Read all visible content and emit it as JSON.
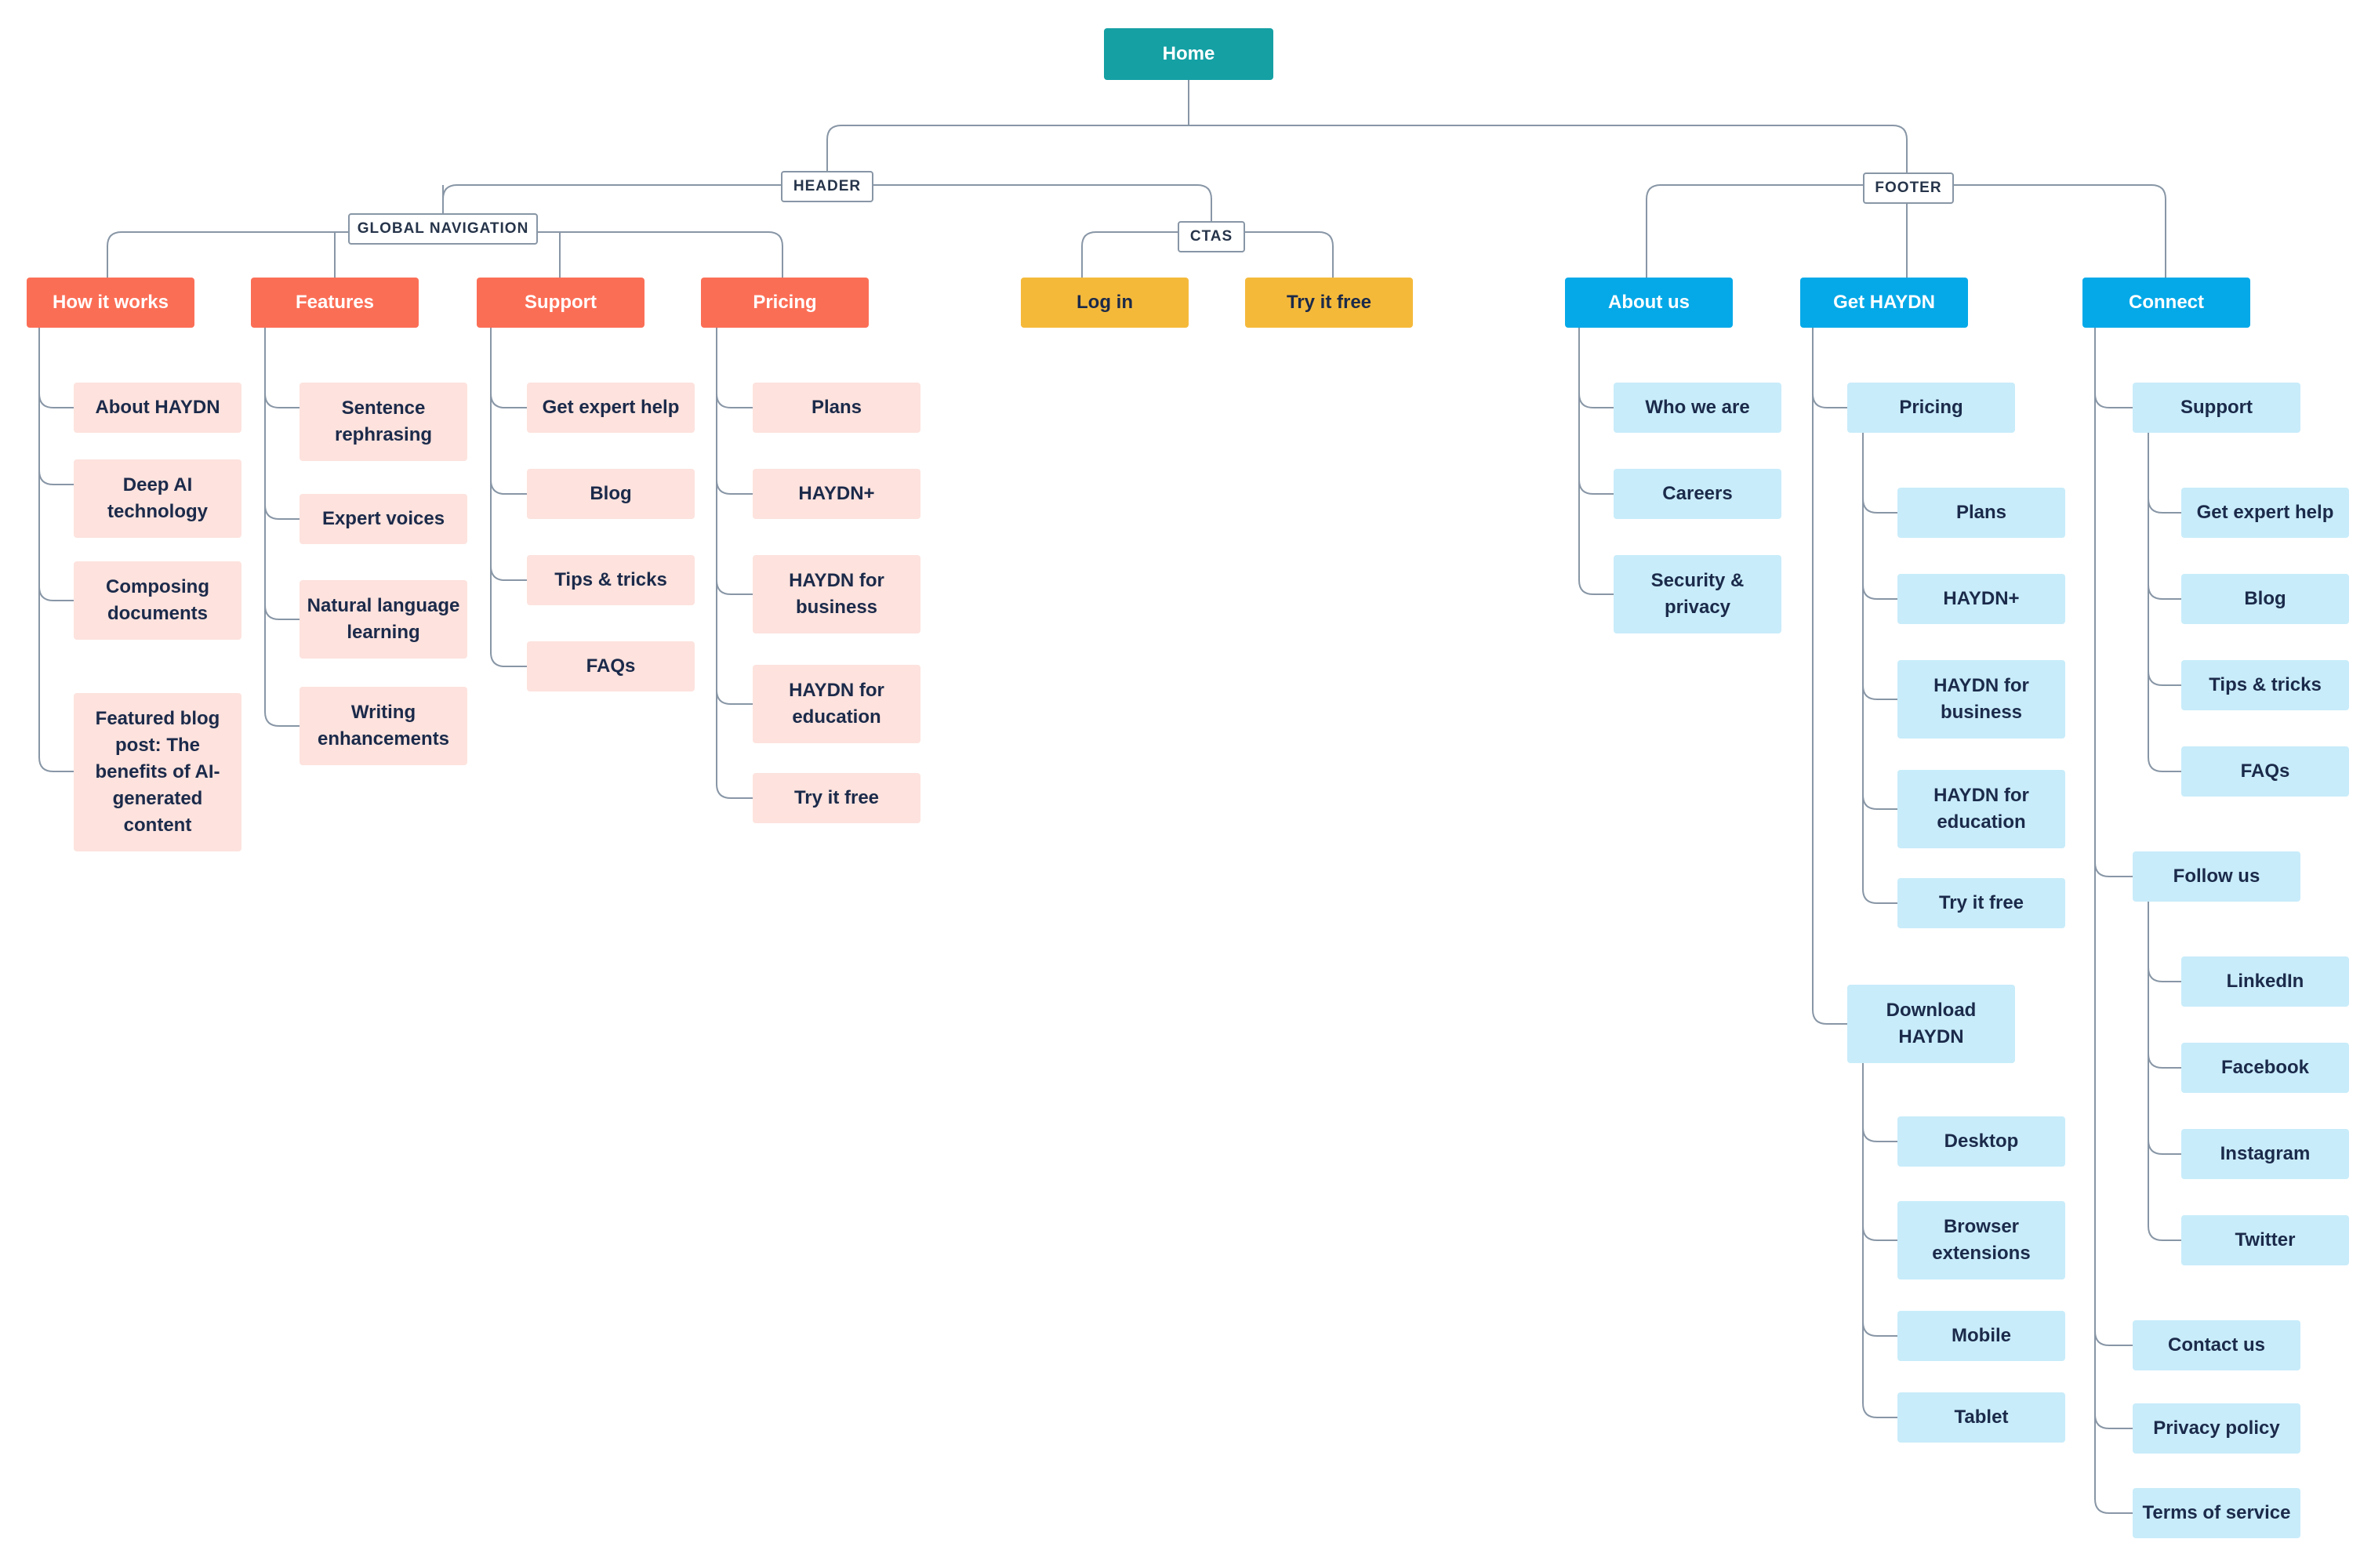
{
  "home": {
    "label": "Home"
  },
  "tags": {
    "header": "HEADER",
    "footer": "FOOTER",
    "global_nav": "GLOBAL NAVIGATION",
    "ctas": "CTAS"
  },
  "header": {
    "how_it_works": {
      "label": "How it works",
      "items": [
        "About HAYDN",
        "Deep AI technology",
        "Composing documents",
        "Featured blog post: The benefits of AI-generated content"
      ]
    },
    "features": {
      "label": "Features",
      "items": [
        "Sentence rephrasing",
        "Expert voices",
        "Natural language learning",
        "Writing enhancements"
      ]
    },
    "support": {
      "label": "Support",
      "items": [
        "Get expert help",
        "Blog",
        "Tips & tricks",
        "FAQs"
      ]
    },
    "pricing": {
      "label": "Pricing",
      "items": [
        "Plans",
        "HAYDN+",
        "HAYDN for business",
        "HAYDN for education",
        "Try it free"
      ]
    },
    "ctas": {
      "login": "Log in",
      "try_free": "Try it free"
    }
  },
  "footer": {
    "about": {
      "label": "About us",
      "items": [
        "Who we are",
        "Careers",
        "Security & privacy"
      ]
    },
    "get_haydn": {
      "label": "Get HAYDN",
      "pricing": {
        "label": "Pricing",
        "items": [
          "Plans",
          "HAYDN+",
          "HAYDN for business",
          "HAYDN for education",
          "Try it free"
        ]
      },
      "download": {
        "label": "Download HAYDN",
        "items": [
          "Desktop",
          "Browser extensions",
          "Mobile",
          "Tablet"
        ]
      }
    },
    "connect": {
      "label": "Connect",
      "support": {
        "label": "Support",
        "items": [
          "Get expert help",
          "Blog",
          "Tips & tricks",
          "FAQs"
        ]
      },
      "follow": {
        "label": "Follow us",
        "items": [
          "LinkedIn",
          "Facebook",
          "Instagram",
          "Twitter"
        ]
      },
      "contact": "Contact us",
      "privacy": "Privacy policy",
      "terms": "Terms of service"
    }
  }
}
